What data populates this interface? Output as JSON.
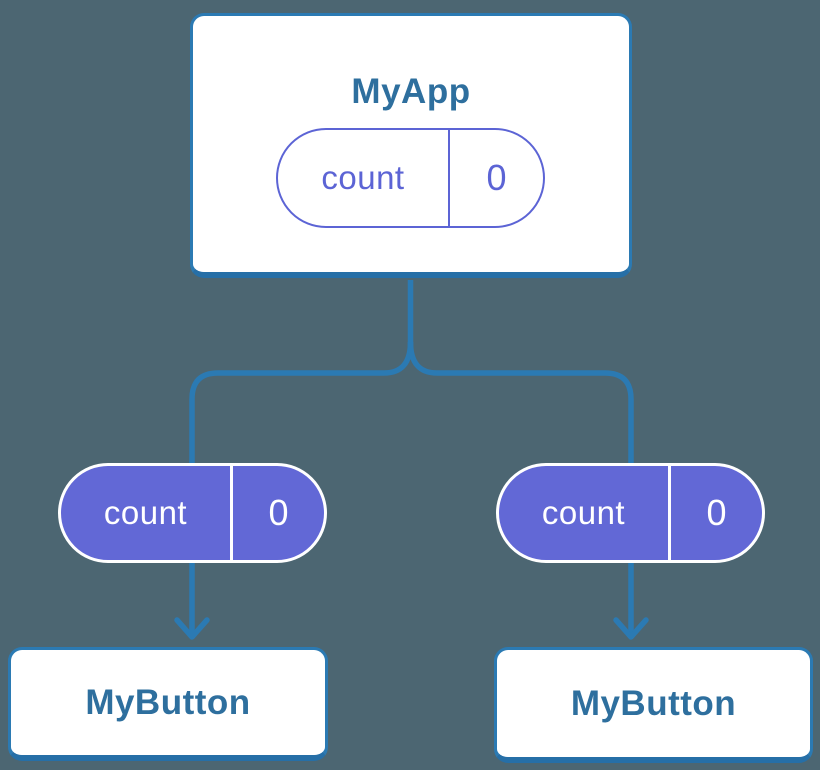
{
  "colors": {
    "background": "#4C6672",
    "connector_blue": "#2B7AB3",
    "node_border_blue": "#2B7AB3",
    "node_border_bottom_blue": "#266FA7",
    "title_text_blue": "#2E6F9E",
    "state_purple_outline": "#5C64D5",
    "state_purple_fill": "#6268D6",
    "node_background": "#FFFFFF"
  },
  "nodes": {
    "root": {
      "title": "MyApp",
      "state": {
        "name": "count",
        "value": "0"
      }
    },
    "children": [
      {
        "title": "MyButton",
        "state": {
          "name": "count",
          "value": "0"
        }
      },
      {
        "title": "MyButton",
        "state": {
          "name": "count",
          "value": "0"
        }
      }
    ]
  }
}
